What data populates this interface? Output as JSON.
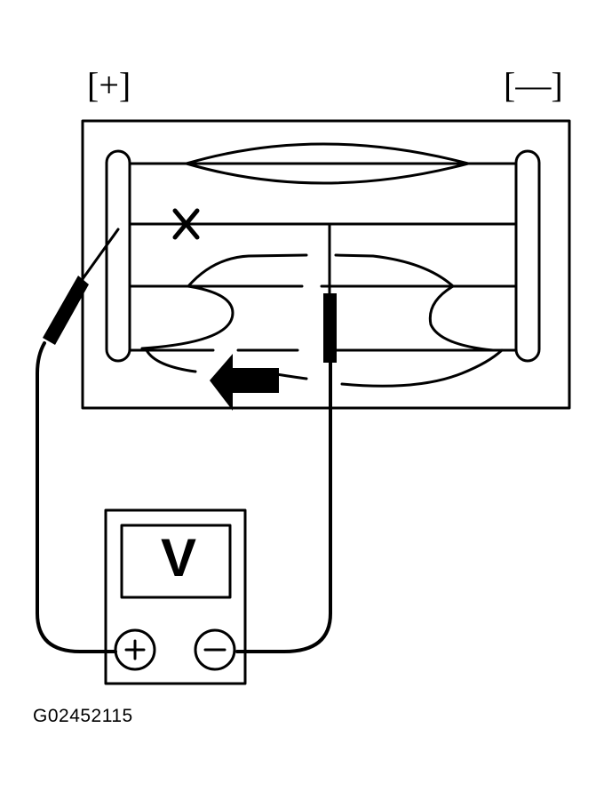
{
  "diagram": {
    "terminals": {
      "positive_label": "[+]",
      "negative_label": "[—]"
    },
    "meter": {
      "display": "V",
      "positive_jack": "+",
      "negative_jack": "−"
    },
    "figure_code": "G02452115",
    "markers": {
      "open_circuit": "x-mark",
      "current_direction": "left-arrow"
    },
    "colors": {
      "ink": "#000000",
      "background": "#ffffff"
    }
  }
}
